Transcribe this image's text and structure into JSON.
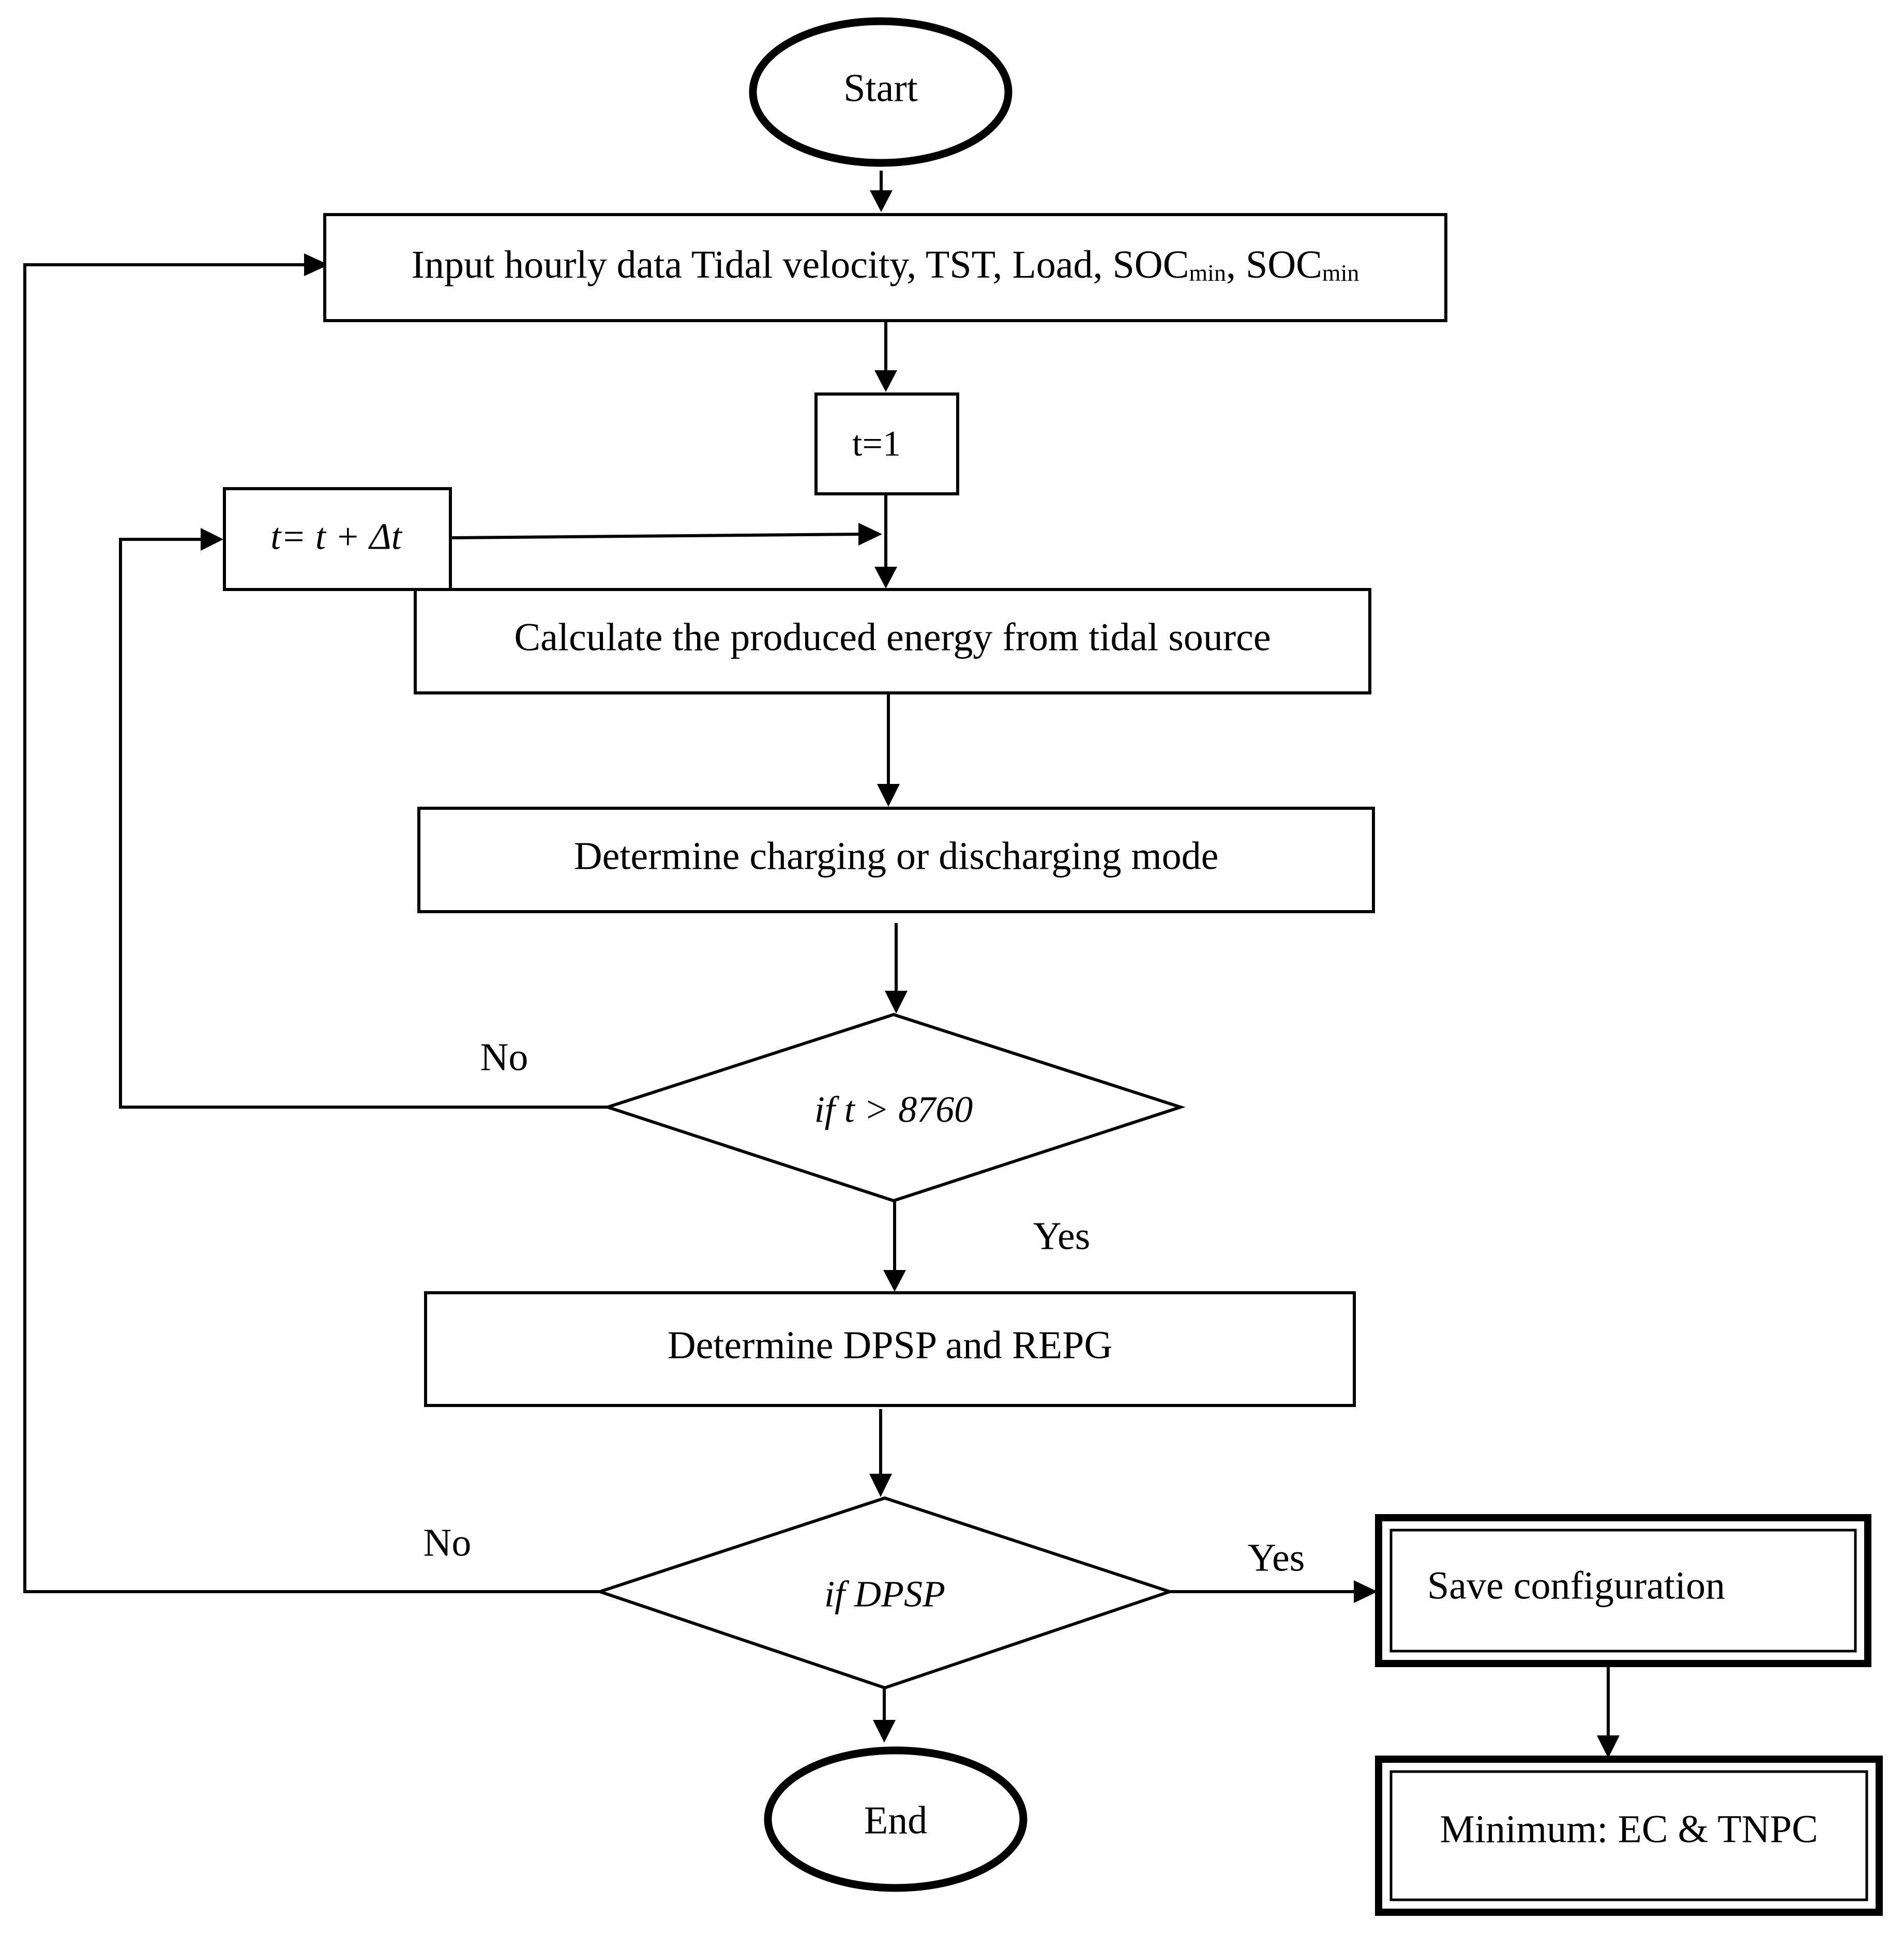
{
  "nodes": {
    "start": "Start",
    "input": {
      "text": "Input hourly data Tidal velocity, TST, Load, SOC",
      "sub1": "min",
      "sep": ", SOC",
      "sub2": "min"
    },
    "init": "t=1",
    "increment": "t= t + Δt",
    "calculate": "Calculate the produced energy from tidal source",
    "mode": "Determine charging or discharging mode",
    "decision_time": "if   t > 8760",
    "determine": "Determine DPSP and REPG",
    "decision_dpsp": "if   DPSP",
    "save": "Save configuration",
    "minimum": "Minimum: EC & TNPC",
    "end": "End"
  },
  "edges": {
    "time_no": "No",
    "time_yes": "Yes",
    "dpsp_no": "No",
    "dpsp_yes": "Yes"
  }
}
